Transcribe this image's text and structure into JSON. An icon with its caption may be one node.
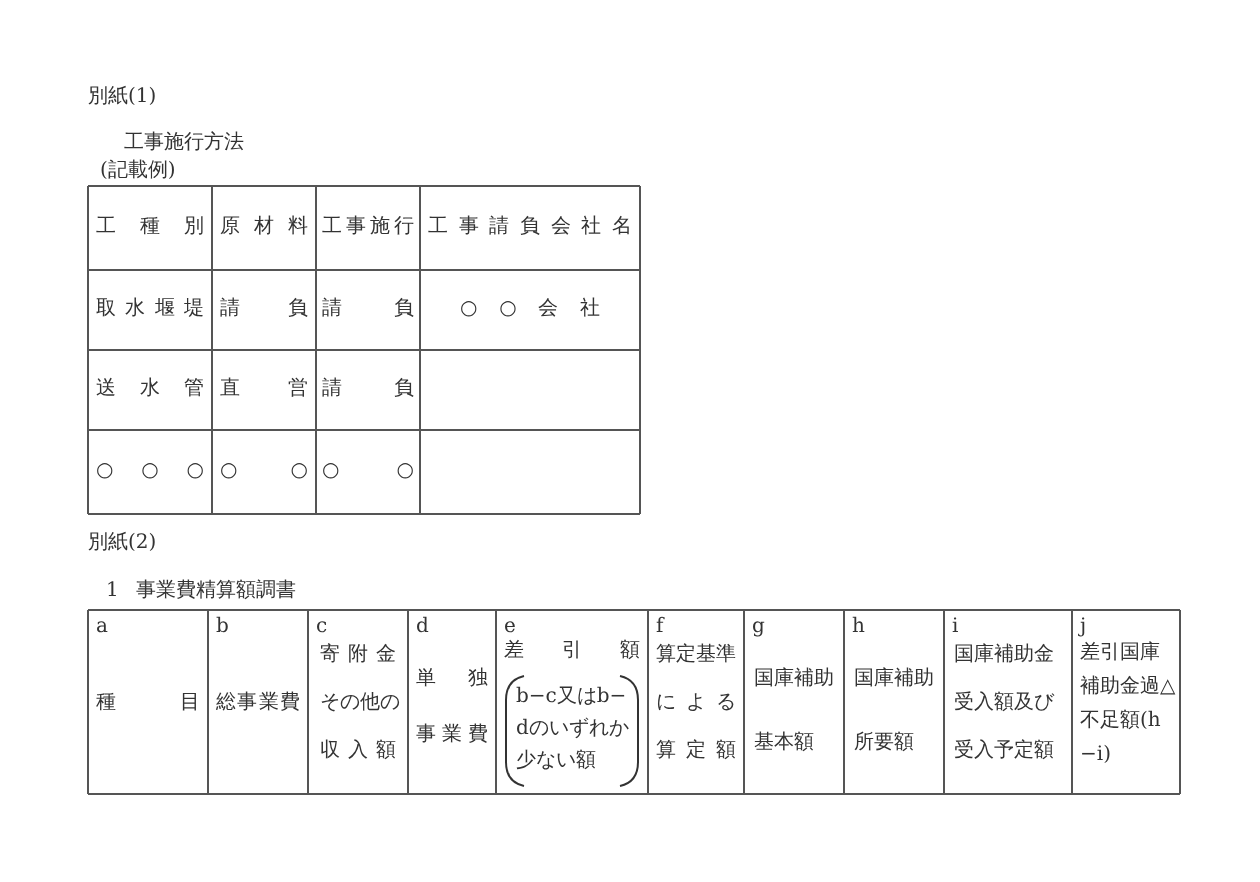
{
  "diagram": {
    "labels": [
      "別紙(1)",
      "工事施行方法",
      "(記載例)",
      "工種別",
      "原材料",
      "工事施行",
      "工事請負会社名",
      "取水堰堤",
      "請負",
      "請負",
      "○○会社",
      "送水管",
      "直営",
      "請負",
      "○○○",
      "○○",
      "○○",
      "別紙(2)",
      "1",
      "事業費精算額調書",
      "a",
      "b",
      "c",
      "d",
      "e",
      "f",
      "g",
      "h",
      "i",
      "j",
      "種目",
      "総事業費",
      "寄附金",
      "その他の",
      "収入額",
      "単独",
      "事業費",
      "差引額",
      "b−c又はb−dのいずれか少ない額",
      "算定基準",
      "による",
      "算定額",
      "国庫補助",
      "基本額",
      "国庫補助",
      "所要額",
      "国庫補助金",
      "受入額及び",
      "受入予定額",
      "差引国庫補助金過△不足額(h−i)"
    ]
  }
}
